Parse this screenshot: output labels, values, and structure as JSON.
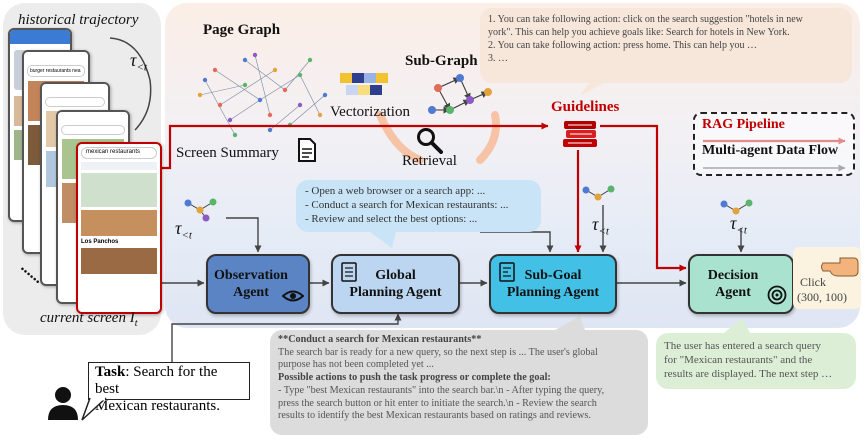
{
  "left_panel": {
    "top_label": "historical trajectory",
    "bottom_label_text": "current screen ",
    "bottom_label_symbol": "I",
    "bottom_label_sub": "t",
    "dots": "......"
  },
  "tau": {
    "symbol": "τ",
    "sub": "<t"
  },
  "page_graph": {
    "title": "Page Graph"
  },
  "sub_graph": {
    "title": "Sub-Graph"
  },
  "labels": {
    "screen_summary": "Screen Summary",
    "vectorization": "Vectorization",
    "retrieval": "Retrieval",
    "guidelines": "Guidelines"
  },
  "guidelines_bubble": {
    "lines": [
      "1. You can take following action: click on the search suggestion \"hotels in new",
      "york\". This can help you achieve goals like: Search for hotels in New York.",
      "2. You can take following action: press home. This can help you …",
      "3.  …"
    ]
  },
  "legend": {
    "rag": "RAG Pipeline",
    "multi_agent": "Multi-agent Data Flow"
  },
  "global_plan_bubble": {
    "lines": [
      "- Open a web browser or a search app: ...",
      "- Conduct a search for Mexican restaurants: ...",
      "- Review and select the best options: ..."
    ]
  },
  "agents": {
    "observation": {
      "line1": "Observation",
      "line2": "Agent"
    },
    "global_planning": {
      "line1": "Global",
      "line2": "Planning Agent"
    },
    "subgoal": {
      "line1": "Sub-Goal",
      "line2": "Planning Agent"
    },
    "decision": {
      "line1": "Decision",
      "line2": "Agent"
    }
  },
  "click": {
    "line1": "Click",
    "line2": "(300, 100)"
  },
  "task": {
    "label": "Task",
    "text1": ": Search for the best",
    "text2": "Mexican restaurants."
  },
  "subgoal_bubble": {
    "title": "**Conduct a search for Mexican restaurants**",
    "line1": "The search bar is ready for a new query, so the next step is ... The user's global",
    "line2": "purpose has not been completed yet ...",
    "bold1": "Possible actions to push the task progress or complete the goal:",
    "line3": " - Type \"best Mexican restaurants\" into the search bar.\\n - After typing the query,",
    "line4": "press the search button or hit enter to initiate the search.\\n - Review the search",
    "line5": "results to identify the best Mexican restaurants based on ratings and reviews."
  },
  "decision_bubble": {
    "lines": [
      "The user has entered a search query",
      "for \"Mexican restaurants\" and the",
      "results are displayed. The next step …"
    ]
  },
  "phone_screens": {
    "search_query": "mexican restaurants",
    "result_name": "Los Panchos",
    "back_query": "burger restaurants nea"
  },
  "colors": {
    "rag_red": "#c00000",
    "observation": "#5b84c4",
    "global_planning": "#bcd6f2",
    "subgoal": "#43c0e6",
    "decision": "#a9e3cf",
    "guidelines_bubble": "#f7e6da",
    "plan_bubble": "#c8e4f6",
    "subgoal_bubble": "#dcdcdc",
    "decision_bubble": "#dcefd6"
  }
}
